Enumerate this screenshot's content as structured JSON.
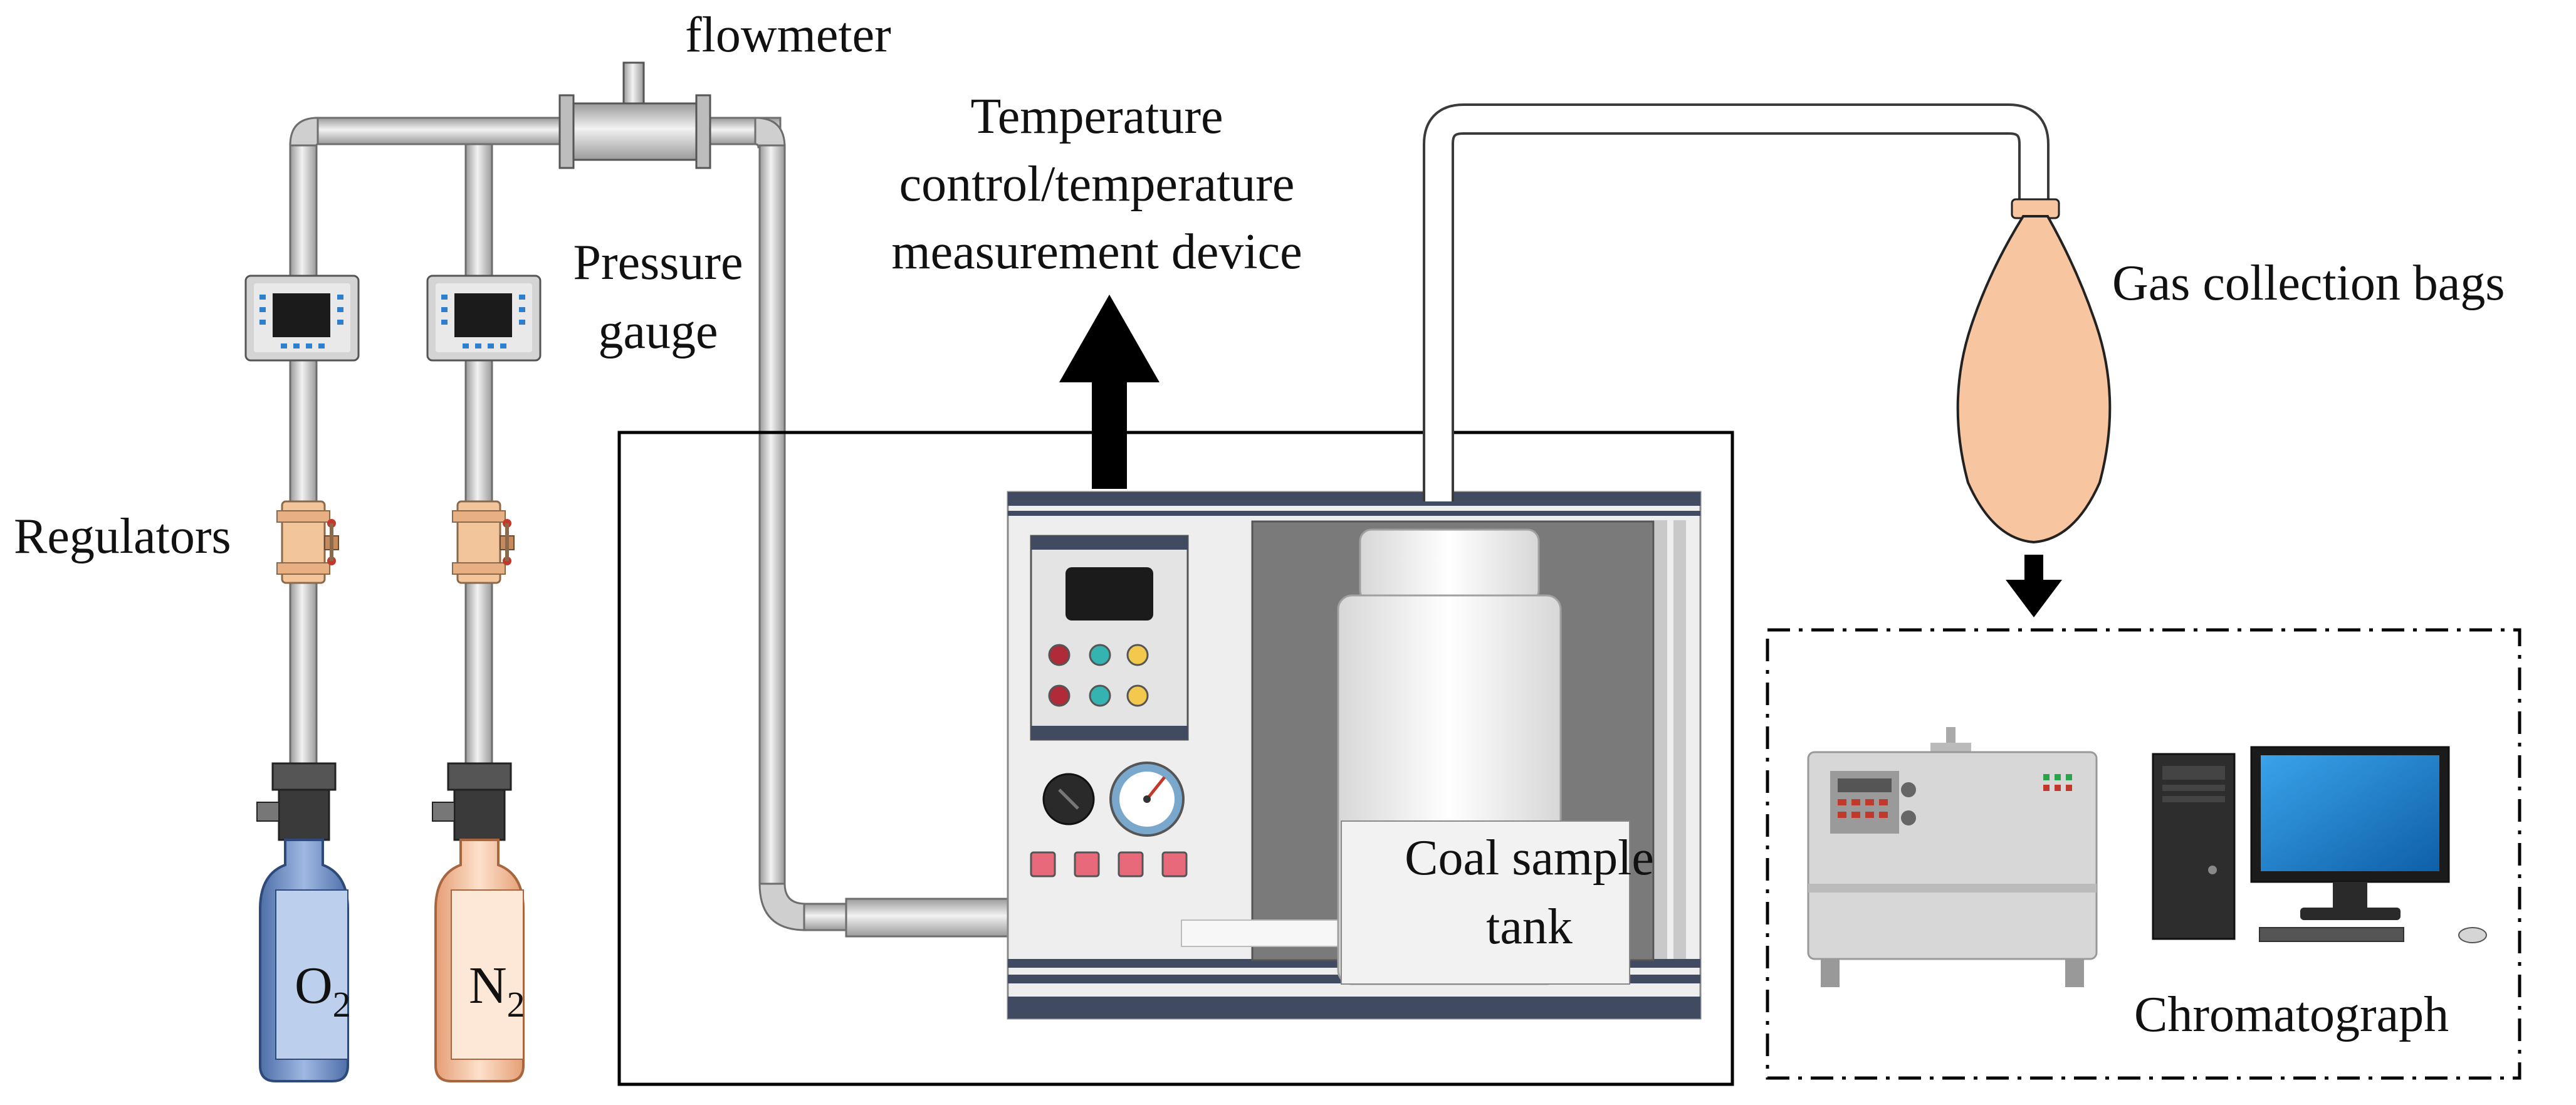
{
  "labels": {
    "flowmeter": "flowmeter",
    "pressure_gauge_line1": "Pressure",
    "pressure_gauge_line2": "gauge",
    "regulators": "Regulators",
    "temp_line1": "Temperature",
    "temp_line2": "control/temperature",
    "temp_line3": "measurement device",
    "gas_bags": "Gas collection bags",
    "coal_tank_line1": "Coal sample",
    "coal_tank_line2": "tank",
    "chromatograph": "Chromatograph"
  },
  "cylinders": {
    "o2": {
      "symbol": "O",
      "subscript": "2"
    },
    "n2": {
      "symbol": "N",
      "subscript": "2"
    }
  },
  "colors": {
    "pipe": "#cfcfcf",
    "pipe_outline": "#6e6e6e",
    "o2_cylinder": "#7f9fd0",
    "n2_cylinder": "#f7c6a4",
    "gas_bag": "#f7c59f",
    "oven_panel": "#7a7a7a",
    "screen_blue": "#1f7fcf",
    "arrow": "#000000"
  }
}
